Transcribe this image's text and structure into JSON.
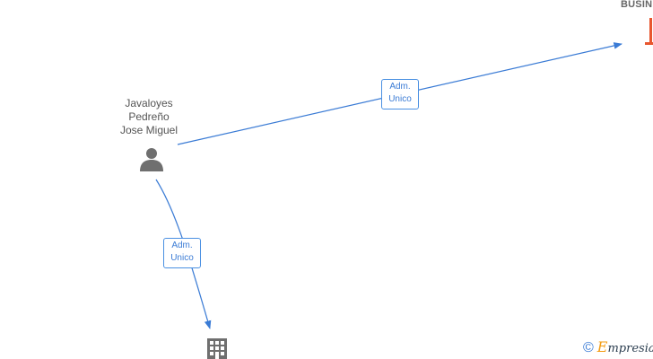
{
  "person": {
    "name_lines": [
      "Javaloyes",
      "Pedreño",
      "Jose Miguel"
    ],
    "icon": "person-icon"
  },
  "companies": [
    {
      "label": "BUSIN",
      "icon": "company-icon",
      "color": "#e8562e"
    },
    {
      "label": "",
      "icon": "building-icon",
      "color": "#6f6f6f"
    }
  ],
  "edges": [
    {
      "from": "person",
      "to": "company-top",
      "label_lines": [
        "Adm.",
        "Unico"
      ]
    },
    {
      "from": "person",
      "to": "company-bottom",
      "label_lines": [
        "Adm.",
        "Unico"
      ]
    }
  ],
  "brand": {
    "copyright_symbol": "©",
    "initial": "E",
    "rest": "mpresia"
  },
  "colors": {
    "edge": "#3a7bd5",
    "label_text": "#3a7bd5",
    "person_icon": "#6f6f6f",
    "node_text": "#555555",
    "company_accent": "#e8562e"
  }
}
